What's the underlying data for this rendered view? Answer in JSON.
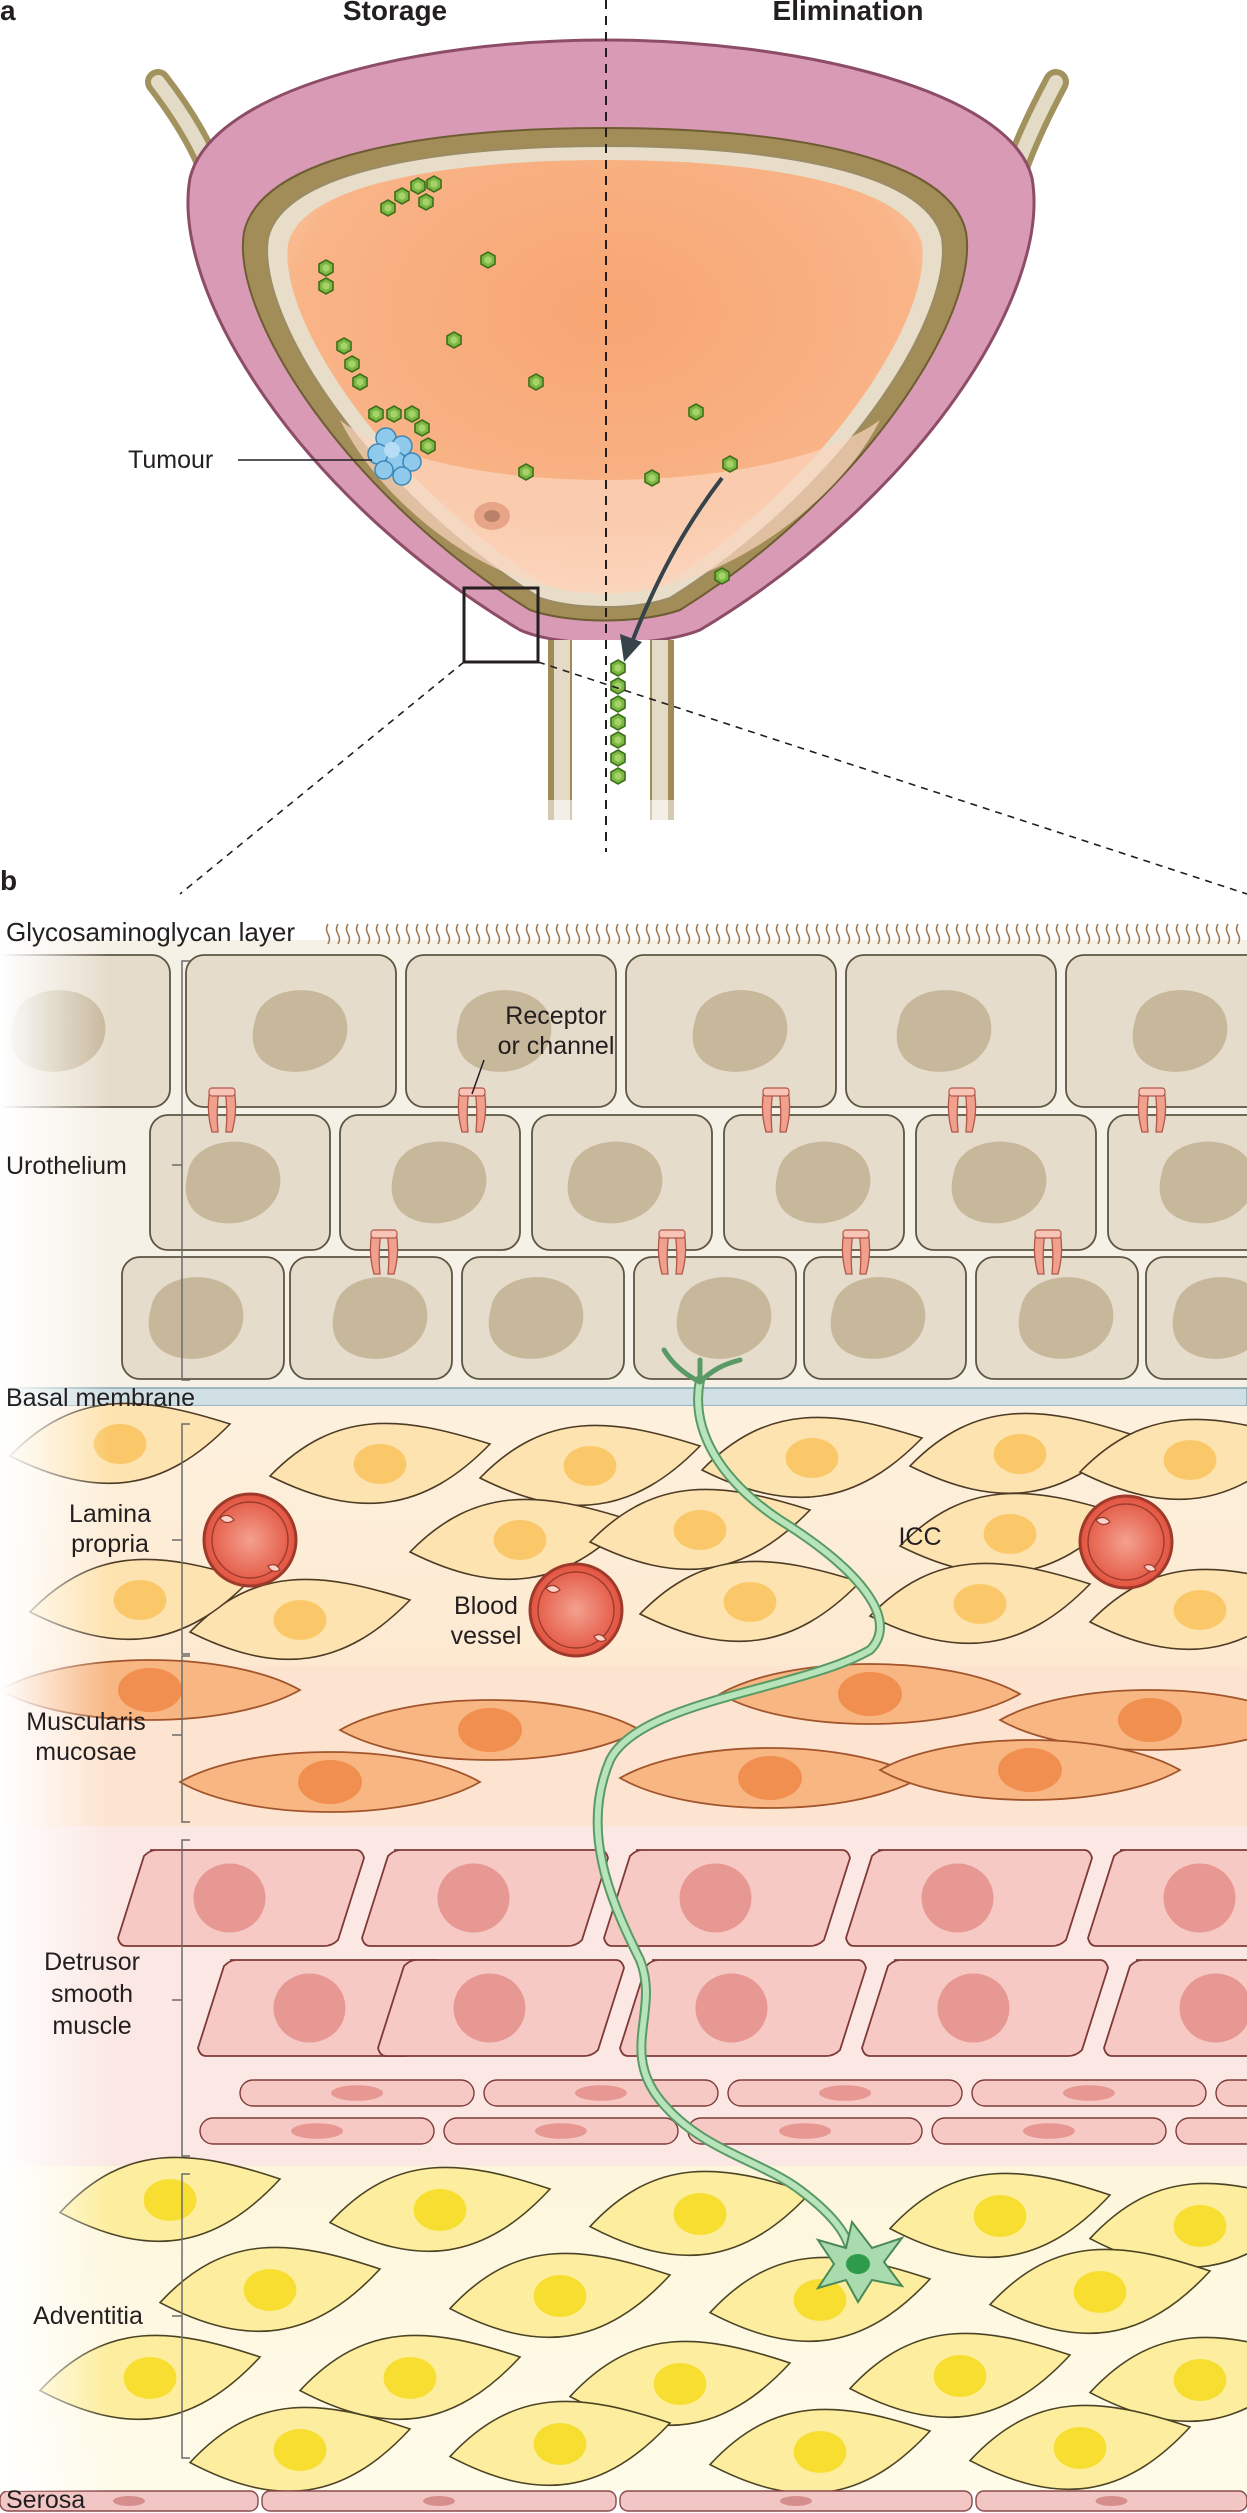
{
  "panel_a": {
    "letter": "a",
    "left_title": "Storage",
    "right_title": "Elimination",
    "tumour_label": "Tumour"
  },
  "panel_b": {
    "letter": "b",
    "labels": {
      "gag": "Glycosaminoglycan layer",
      "receptor_line1": "Receptor",
      "receptor_line2": "or channel",
      "urothelium": "Urothelium",
      "basal": "Basal membrane",
      "lamina_line1": "Lamina",
      "lamina_line2": "propria",
      "icc": "ICC",
      "blood_line1": "Blood",
      "blood_line2": "vessel",
      "muscularis_line1": "Muscularis",
      "muscularis_line2": "mucosae",
      "detrusor_line1": "Detrusor",
      "detrusor_line2": "smooth",
      "detrusor_line3": "muscle",
      "adventitia": "Adventitia",
      "serosa": "Serosa"
    }
  },
  "colors": {
    "bladder_wall": "#d898b2",
    "bladder_mid": "#a08a55",
    "lumen": "#f6a070",
    "particle": "#6fae3c",
    "tumour": "#8fc9ec",
    "urothelial_cell": "#e6dccb",
    "urothelial_nucleus": "#c7b79b",
    "receptor": "#f0a08d",
    "lamina_cell": "#fde3b0",
    "lamina_nucleus": "#fbc869",
    "vessel": "#e45a45",
    "mucosae_cell": "#f8b682",
    "mucosae_nucleus": "#f08f4f",
    "detrusor_cell": "#f6c9c4",
    "detrusor_nucleus": "#e79893",
    "adventitia_cell": "#fcee9e",
    "adventitia_nucleus": "#f7de30",
    "nerve": "#a9dbae",
    "serosa": "#f1c6c5"
  }
}
